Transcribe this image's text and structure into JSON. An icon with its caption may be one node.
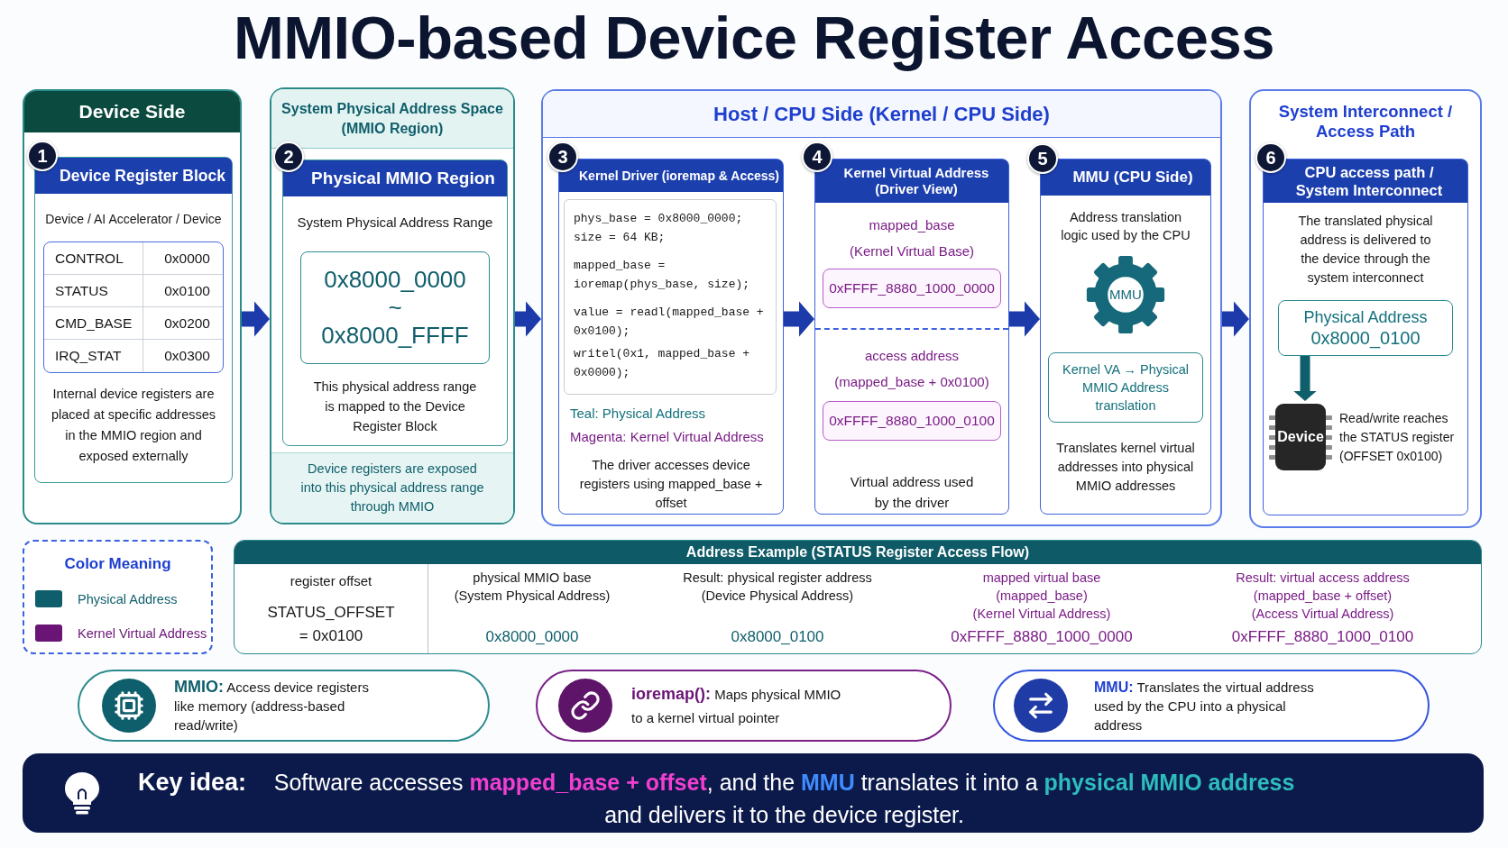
{
  "diagram": {
    "title": "MMIO-based Device Register Access",
    "nodes": [
      {
        "text": [
          "Device Side"
        ]
      },
      {
        "text": [
          "1"
        ],
        "in": 0
      },
      {
        "text": [
          "Device Register Block",
          "Device / AI Accelerator / Device",
          "Internal device registers are placed at specific addresses in the MMIO region and exposed externally"
        ],
        "in": 0
      },
      {
        "text": [
          "CONTROL",
          "0x0000",
          "STATUS",
          "0x0100",
          "CMD_BASE",
          "0x0200",
          "IRQ_STAT",
          "0x0300"
        ],
        "in": 2
      },
      {
        "text": [
          "System Physical Address Space (MMIO Region)",
          "Device registers are exposed into this physical address range through MMIO"
        ]
      },
      {
        "text": [
          "2"
        ],
        "in": 4
      },
      {
        "text": [
          "Physical MMIO Region",
          "System Physical Address Range",
          "This physical address range is mapped to the Device Register Block"
        ],
        "in": 4
      },
      {
        "text": [
          "0x8000_0000",
          "~",
          "0x8000_FFFF"
        ],
        "in": 6
      },
      {
        "text": [
          "Host / CPU Side (Kernel / CPU Side)"
        ]
      },
      {
        "text": [
          "3"
        ],
        "in": 8
      },
      {
        "text": [
          "Kernel Driver (ioremap & Access)",
          "Teal: Physical Address",
          "Magenta: Kernel Virtual Address",
          "The driver accesses device registers using mapped_base + offset"
        ],
        "in": 8
      },
      {
        "text": [
          "phys_base = 0x8000_0000;",
          "size = 64 KB;",
          "mapped_base = ioremap(phys_base, size);",
          "value = readl(mapped_base + 0x0100);",
          "writel(0x1, mapped_base + 0x0000);"
        ],
        "in": 10
      },
      {
        "text": [
          "4"
        ],
        "in": 8
      },
      {
        "text": [
          "Kernel Virtual Address (Driver View)",
          "mapped_base",
          "(Kernel Virtual Base)",
          "access address",
          "(mapped_base + 0x0100)",
          "Virtual address used by the driver"
        ],
        "in": 8
      },
      {
        "text": [
          "0xFFFF_8880_1000_0000"
        ],
        "in": 13
      },
      {
        "text": [
          "0xFFFF_8880_1000_0100"
        ],
        "in": 13
      },
      {
        "text": [
          "5"
        ],
        "in": 8
      },
      {
        "text": [
          "MMU (CPU Side)",
          "Address translation logic used by the CPU",
          "Translates kernel virtual addresses into physical MMIO addresses"
        ],
        "in": 8
      },
      {
        "text": [
          "MMU"
        ],
        "in": 17
      },
      {
        "text": [
          "Kernel VA → Physical MMIO Address translation"
        ],
        "in": 17
      },
      {
        "text": [
          "System Interconnect / Access Path"
        ]
      },
      {
        "text": [
          "6"
        ],
        "in": 20
      },
      {
        "text": [
          "CPU access path / System Interconnect",
          "The translated physical address is delivered to the device through the system interconnect"
        ],
        "in": 20
      },
      {
        "text": [
          "Physical Address",
          "0x8000_0100"
        ],
        "in": 22
      },
      {
        "text": [
          "Device"
        ],
        "beside": [
          "Read/write reaches the STATUS register (OFFSET 0x0100)"
        ],
        "in": 22
      },
      {
        "text": [
          "Color Meaning"
        ]
      },
      {
        "text": [
          "Address Example (STATUS Register Access Flow)",
          "register offset",
          "STATUS_OFFSET = 0x0100",
          "physical MMIO base",
          "(System Physical Address)",
          "0x8000_0000",
          "Result: physical register address",
          "(Device Physical Address)",
          "0x8000_0100",
          "mapped virtual base",
          "(mapped_base)",
          "(Kernel Virtual Address)",
          "0xFFFF_8880_1000_0000",
          "Result: virtual access address",
          "(mapped_base + offset)",
          "(Access Virtual Address)",
          "0xFFFF_8880_1000_0100"
        ]
      },
      {
        "text": [
          "**MMIO:** Access device registers like memory (address-based read/write)"
        ]
      },
      {
        "text": [
          "**ioremap():** Maps physical MMIO to a kernel virtual pointer"
        ]
      },
      {
        "text": [
          "**MMU:** Translates the virtual address used by the CPU into a physical address"
        ]
      },
      {
        "text": [
          "Key idea:",
          "Software accesses **mapped_base + offset**, and the **MMU** translates it into a **physical MMIO address** and delivers it to the device register."
        ]
      }
    ],
    "edges": [
      {
        "from": 0,
        "to": 4,
        "arrow": "to"
      },
      {
        "from": 4,
        "to": 8,
        "arrow": "to"
      },
      {
        "from": 10,
        "to": 13,
        "arrow": "to"
      },
      {
        "from": 13,
        "to": 17,
        "arrow": "to"
      },
      {
        "from": 8,
        "to": 20,
        "arrow": "to"
      },
      {
        "from": 23,
        "to": 24,
        "arrow": "to",
        "color": "#0f5e6b"
      }
    ],
    "legend": [
      {
        "text": "Physical Address",
        "color": "#0f5e6b"
      },
      {
        "text": "Kernel Virtual Address",
        "color": "#6a1476"
      }
    ]
  }
}
